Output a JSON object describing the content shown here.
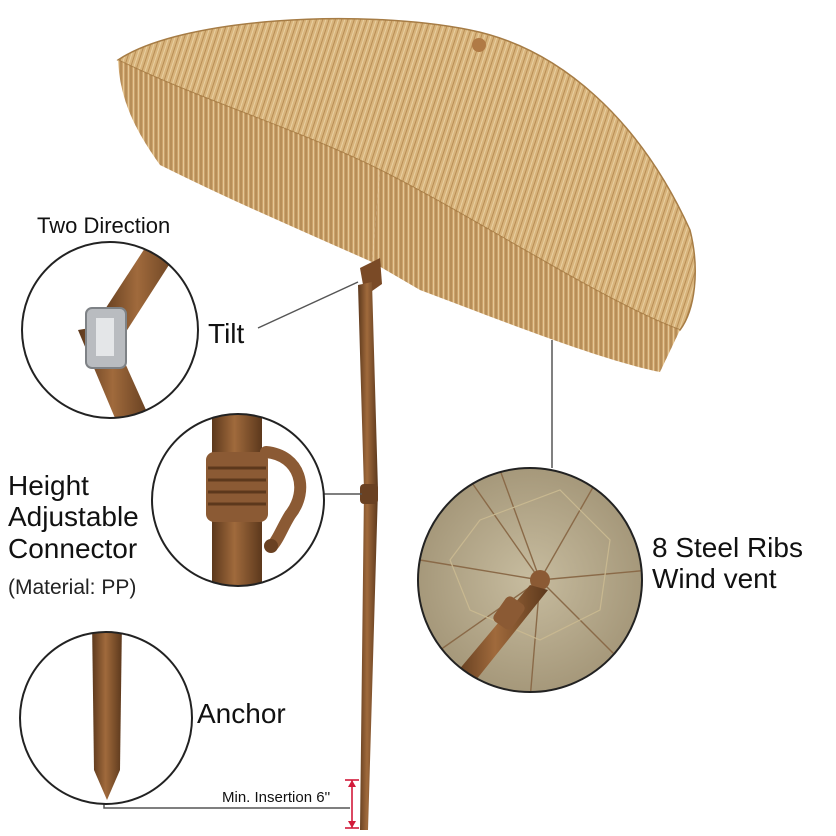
{
  "labels": {
    "two_direction": "Two Direction",
    "tilt": "Tilt",
    "height_line1": "Height",
    "height_line2": "Adjustable",
    "height_line3": "Connector",
    "material": "(Material: PP)",
    "ribs_line1": "8 Steel Ribs",
    "ribs_line2": "Wind vent",
    "anchor": "Anchor",
    "min_insertion": "Min. Insertion 6''"
  },
  "colors": {
    "thatch_light": "#d8b47c",
    "thatch_dark": "#a67c45",
    "pole": "#8b5a34",
    "pole_dark": "#5c381c",
    "canopy_underside": "#b9ab8b",
    "leader_line": "#555555",
    "measure_marker": "#d21a3a",
    "text": "#111111"
  }
}
